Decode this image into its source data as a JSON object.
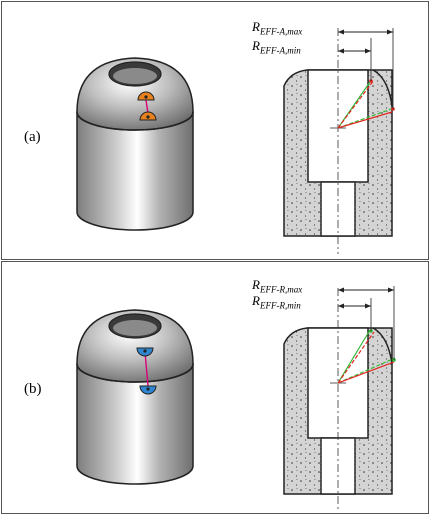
{
  "panels": [
    {
      "id": "a",
      "label": "(a)",
      "r_max": {
        "main": "R",
        "sub": "EFF-A,max"
      },
      "r_min": {
        "main": "R",
        "sub": "EFF-A,min"
      },
      "marker_color": "#e8821e",
      "bar_color": "#d9007a"
    },
    {
      "id": "b",
      "label": "(b)",
      "r_max": {
        "main": "R",
        "sub": "EFF-R,max"
      },
      "r_min": {
        "main": "R",
        "sub": "EFF-R,min"
      },
      "marker_color": "#2f86d1",
      "bar_color": "#d9007a"
    }
  ],
  "colors": {
    "metal_dark": "#8a8a8a",
    "metal_light": "#f5f5f5",
    "concrete": "#d2d2d2",
    "line_red": "#e3241f",
    "line_green": "#36b83a",
    "frame": "#555555"
  }
}
